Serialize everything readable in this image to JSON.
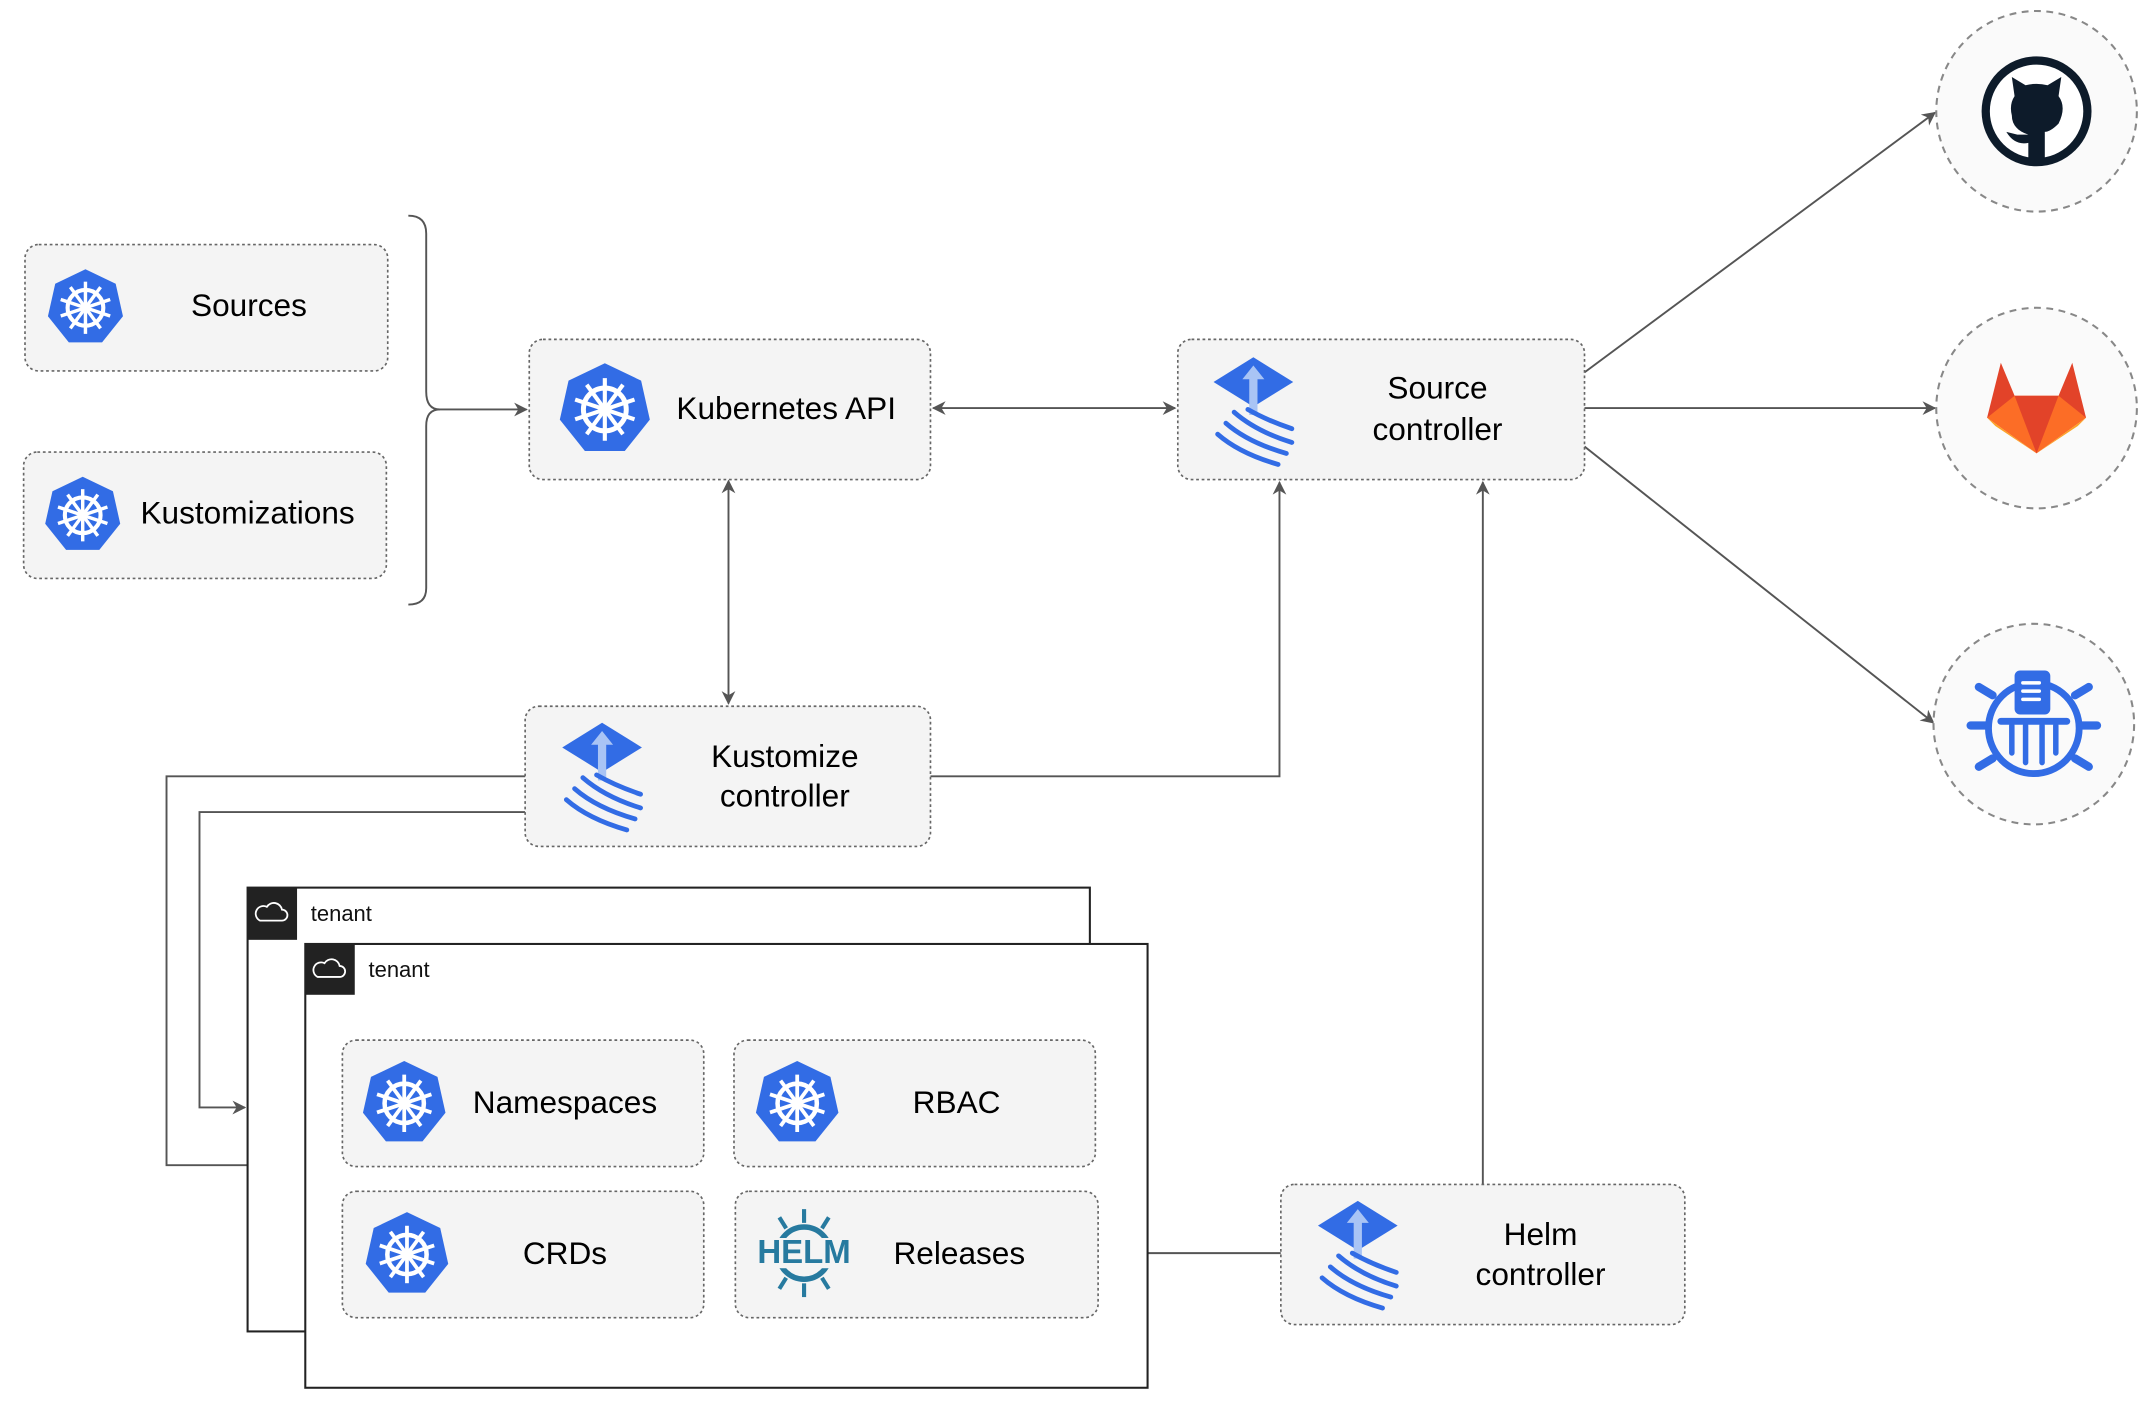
{
  "nodes": {
    "sources": "Sources",
    "kustomizations": "Kustomizations",
    "kubernetes_api": "Kubernetes API",
    "source_controller": [
      "Source",
      "controller"
    ],
    "kustomize_controller": [
      "Kustomize",
      "controller"
    ],
    "helm_controller": [
      "Helm",
      "controller"
    ],
    "namespaces": "Namespaces",
    "rbac": "RBAC",
    "crds": "CRDs",
    "releases": "Releases"
  },
  "tenants": [
    "tenant",
    "tenant"
  ],
  "helm_logo_text": "HELM",
  "external_sources": [
    "github-icon",
    "gitlab-icon",
    "harbor-icon"
  ],
  "colors": {
    "k8s_blue": "#326ce5",
    "helm_teal": "#277a9f",
    "gitlab_orange": "#e24329",
    "github_dark": "#0d1b2a"
  }
}
